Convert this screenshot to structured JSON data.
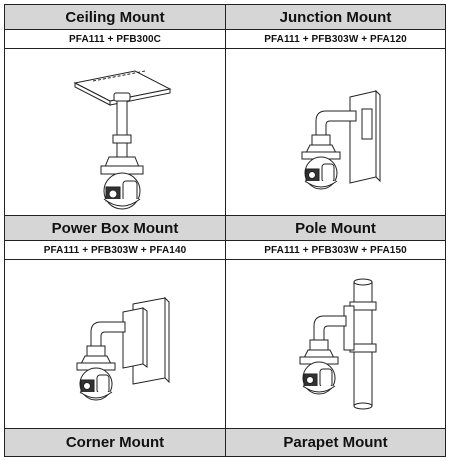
{
  "mounts": [
    {
      "title": "Ceiling Mount",
      "code": "PFA111 + PFB300C"
    },
    {
      "title": "Junction Mount",
      "code": "PFA111 + PFB303W + PFA120"
    },
    {
      "title": "Power Box Mount",
      "code": "PFA111 + PFB303W + PFA140"
    },
    {
      "title": "Pole Mount",
      "code": "PFA111 + PFB303W + PFA150"
    },
    {
      "title": "Corner Mount"
    },
    {
      "title": "Parapet Mount"
    }
  ]
}
